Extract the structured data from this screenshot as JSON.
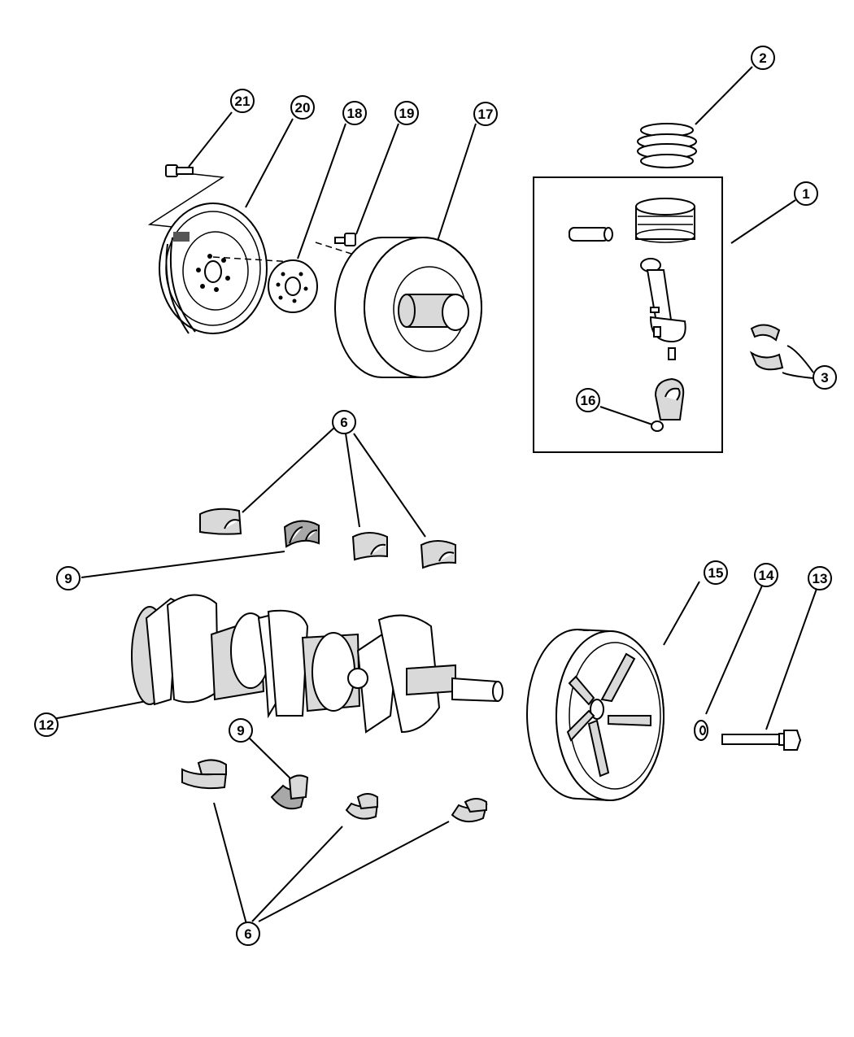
{
  "callouts": {
    "c1": "1",
    "c2": "2",
    "c3": "3",
    "c6a": "6",
    "c6b": "6",
    "c9a": "9",
    "c9b": "9",
    "c12": "12",
    "c13": "13",
    "c14": "14",
    "c15": "15",
    "c16": "16",
    "c17": "17",
    "c18": "18",
    "c19": "19",
    "c20": "20",
    "c21": "21"
  }
}
